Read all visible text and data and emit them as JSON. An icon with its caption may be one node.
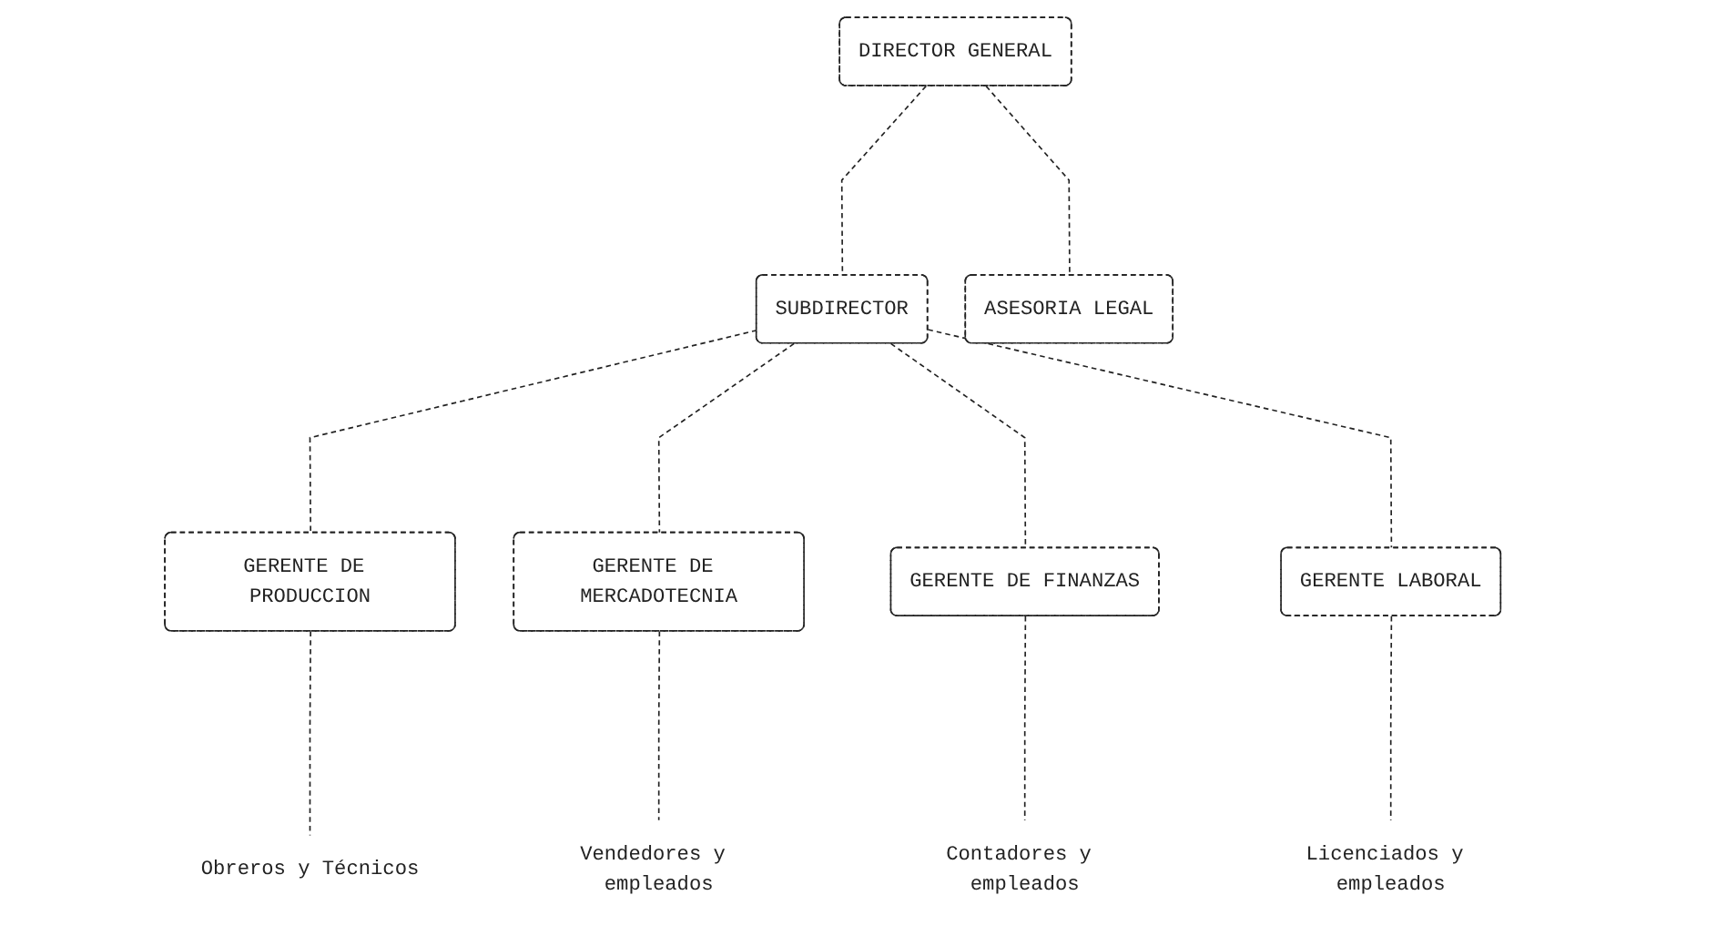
{
  "diagram": {
    "nodes": [
      {
        "text": [
          "DIRECTOR GENERAL"
        ]
      },
      {
        "text": [
          "ASESORIA LEGAL"
        ]
      },
      {
        "text": [
          "SUBDIRECTOR"
        ]
      },
      {
        "text": [
          "GERENTE DE PRODUCCION"
        ]
      },
      {
        "text": [
          "GERENTE DE MERCADOTECNIA"
        ]
      },
      {
        "text": [
          "GERENTE DE FINANZAS"
        ]
      },
      {
        "text": [
          "GERENTE LABORAL"
        ]
      },
      {
        "text": [
          "Obreros y Técnicos"
        ]
      },
      {
        "text": [
          "Vendedores y empleados"
        ]
      },
      {
        "text": [
          "Contadores y empleados"
        ]
      },
      {
        "text": [
          "Licenciados y empleados"
        ]
      }
    ],
    "edges": [
      {
        "from": 0,
        "to": 1,
        "arrow": "none",
        "style": "dashed"
      },
      {
        "from": 0,
        "to": 2,
        "arrow": "none",
        "style": "dashed"
      },
      {
        "from": 2,
        "to": 3,
        "arrow": "none",
        "style": "dashed"
      },
      {
        "from": 2,
        "to": 4,
        "arrow": "none",
        "style": "dashed"
      },
      {
        "from": 2,
        "to": 5,
        "arrow": "none",
        "style": "dashed"
      },
      {
        "from": 2,
        "to": 6,
        "arrow": "none",
        "style": "dashed"
      },
      {
        "from": 3,
        "to": 7,
        "arrow": "none",
        "style": "dashed"
      },
      {
        "from": 4,
        "to": 8,
        "arrow": "none",
        "style": "dashed"
      },
      {
        "from": 5,
        "to": 9,
        "arrow": "none",
        "style": "dashed"
      },
      {
        "from": 6,
        "to": 10,
        "arrow": "none",
        "style": "dashed"
      }
    ]
  }
}
